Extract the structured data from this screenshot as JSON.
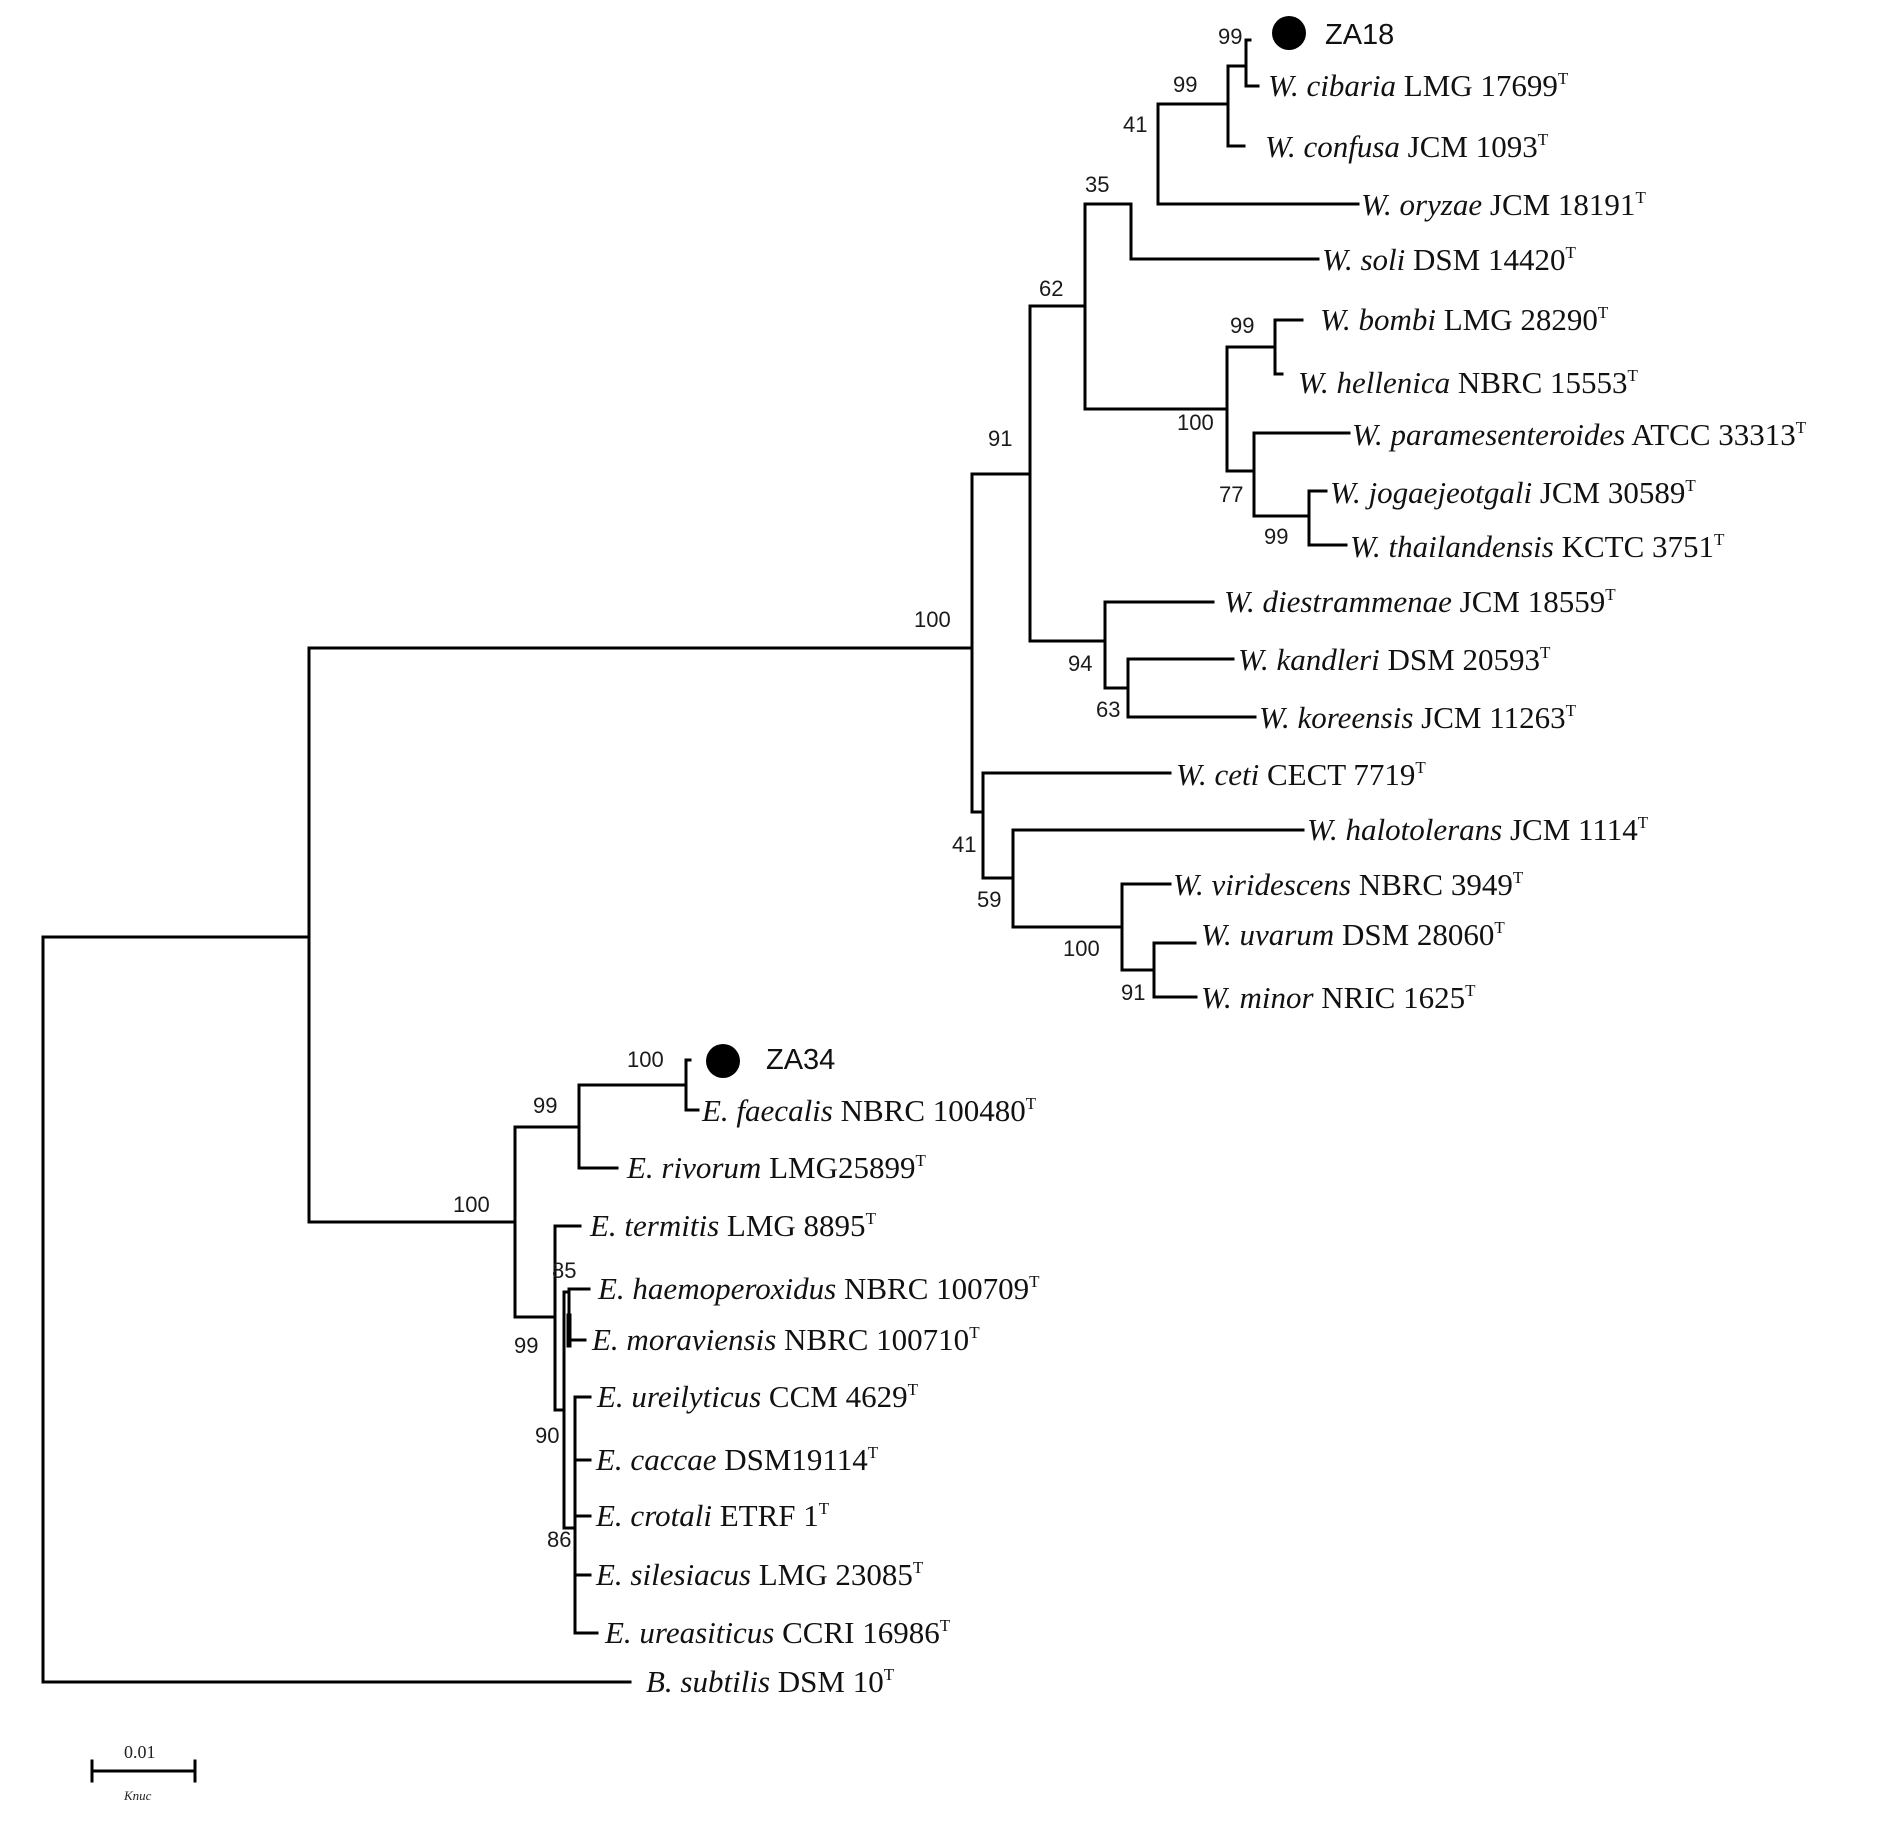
{
  "tree": {
    "colors": {
      "branch": "#000000",
      "text": "#111111",
      "marker": "#000000"
    },
    "isolate_marker": "filled-circle",
    "taxa": [
      {
        "id": "ZA18",
        "isolate": true,
        "name": "ZA18"
      },
      {
        "id": "wcib",
        "genus": "W. cibaria",
        "strain": "LMG 17699",
        "sup": "T"
      },
      {
        "id": "wcon",
        "genus": "W. confusa",
        "strain": "JCM 1093",
        "sup": "T"
      },
      {
        "id": "wory",
        "genus": "W. oryzae",
        "strain": "JCM 18191",
        "sup": "T"
      },
      {
        "id": "wsol",
        "genus": "W. soli",
        "strain": "DSM 14420",
        "sup": "T"
      },
      {
        "id": "wbom",
        "genus": "W. bombi",
        "strain": "LMG 28290",
        "sup": "T"
      },
      {
        "id": "whel",
        "genus": "W. hellenica",
        "strain": "NBRC 15553",
        "sup": "T"
      },
      {
        "id": "wpar",
        "genus": "W. paramesenteroides",
        "strain": "ATCC 33313",
        "sup": "T"
      },
      {
        "id": "wjog",
        "genus": "W. jogaejeotgali",
        "strain": "JCM 30589",
        "sup": "T"
      },
      {
        "id": "wtha",
        "genus": "W. thailandensis",
        "strain": "KCTC 3751",
        "sup": "T"
      },
      {
        "id": "wdie",
        "genus": "W. diestrammenae",
        "strain": "JCM 18559",
        "sup": "T"
      },
      {
        "id": "wkan",
        "genus": "W. kandleri",
        "strain": "DSM 20593",
        "sup": "T"
      },
      {
        "id": "wkor",
        "genus": "W. koreensis",
        "strain": "JCM 11263",
        "sup": "T"
      },
      {
        "id": "wcet",
        "genus": "W. ceti",
        "strain": "CECT 7719",
        "sup": "T"
      },
      {
        "id": "whal",
        "genus": "W. halotolerans",
        "strain": "JCM 1114",
        "sup": "T"
      },
      {
        "id": "wvir",
        "genus": "W. viridescens",
        "strain": "NBRC 3949",
        "sup": "T"
      },
      {
        "id": "wuva",
        "genus": "W. uvarum",
        "strain": "DSM 28060",
        "sup": "T"
      },
      {
        "id": "wmin",
        "genus": "W. minor",
        "strain": "NRIC 1625",
        "sup": "T"
      },
      {
        "id": "ZA34",
        "isolate": true,
        "name": "ZA34"
      },
      {
        "id": "efae",
        "genus": "E. faecalis",
        "strain": "NBRC 100480",
        "sup": "T"
      },
      {
        "id": "eriv",
        "genus": "E. rivorum",
        "strain": "LMG25899",
        "sup": "T"
      },
      {
        "id": "eter",
        "genus": "E. termitis",
        "strain": "LMG 8895",
        "sup": "T"
      },
      {
        "id": "ehae",
        "genus": "E. haemoperoxidus",
        "strain": "NBRC 100709",
        "sup": "T"
      },
      {
        "id": "emor",
        "genus": "E. moraviensis",
        "strain": "NBRC 100710",
        "sup": "T"
      },
      {
        "id": "eure",
        "genus": "E. ureilyticus",
        "strain": "CCM 4629",
        "sup": "T"
      },
      {
        "id": "ecac",
        "genus": "E. caccae",
        "strain": "DSM19114",
        "sup": "T"
      },
      {
        "id": "ecro",
        "genus": "E. crotali",
        "strain": "ETRF 1",
        "sup": "T"
      },
      {
        "id": "esil",
        "genus": "E. silesiacus",
        "strain": "LMG 23085",
        "sup": "T"
      },
      {
        "id": "euras",
        "genus": "E. ureasiticus",
        "strain": "CCRI 16986",
        "sup": "T"
      },
      {
        "id": "bsub",
        "genus": "B. subtilis",
        "strain": "DSM 10",
        "sup": "T"
      }
    ],
    "bootstrap_values": [
      "99",
      "99",
      "41",
      "35",
      "62",
      "99",
      "100",
      "77",
      "99",
      "91",
      "100",
      "94",
      "63",
      "41",
      "59",
      "100",
      "91",
      "100",
      "99",
      "100",
      "85",
      "99",
      "90",
      "86"
    ],
    "scale_bar": {
      "value": "0.01",
      "unit": "Knuc"
    }
  }
}
